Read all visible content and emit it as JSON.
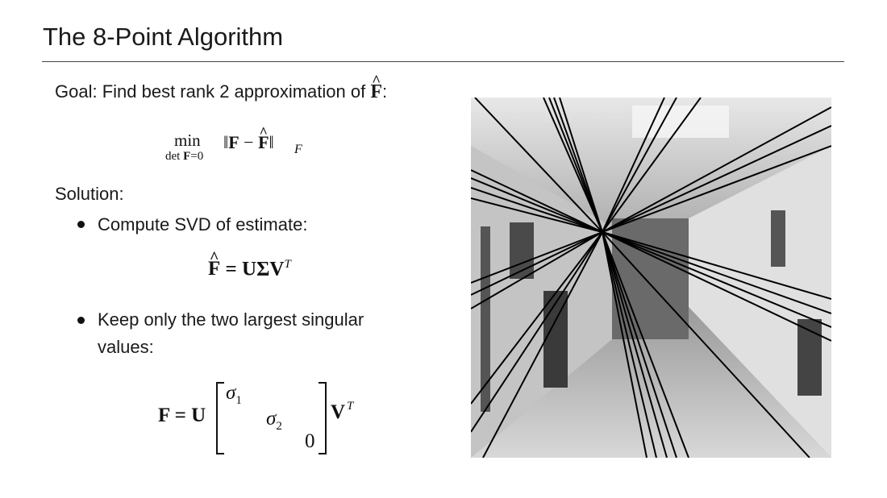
{
  "slide": {
    "title": "The 8-Point Algorithm",
    "goal_prefix": "Goal:  Find best rank 2 approximation of ",
    "goal_symbol": "F",
    "goal_suffix": ":",
    "solution_label": "Solution:",
    "bullets": [
      "Compute SVD of estimate:",
      "Keep only the two largest singular",
      "values:"
    ]
  },
  "equations": {
    "min_op": "min",
    "min_sub": "det F=0",
    "min_body": "‖F − F̂‖",
    "min_norm_sub": "F",
    "svd_lhs": "F",
    "svd_rhs": "= UΣV",
    "svd_sup": "T",
    "rank_lhs": "F = U",
    "sigma1": "σ",
    "sigma1_sub": "1",
    "sigma2": "σ",
    "sigma2_sub": "2",
    "zero": "0",
    "rank_rhs": "V",
    "rank_sup": "T"
  },
  "figure": {
    "description_icon": "hallway-epipolar-lines-photo"
  }
}
